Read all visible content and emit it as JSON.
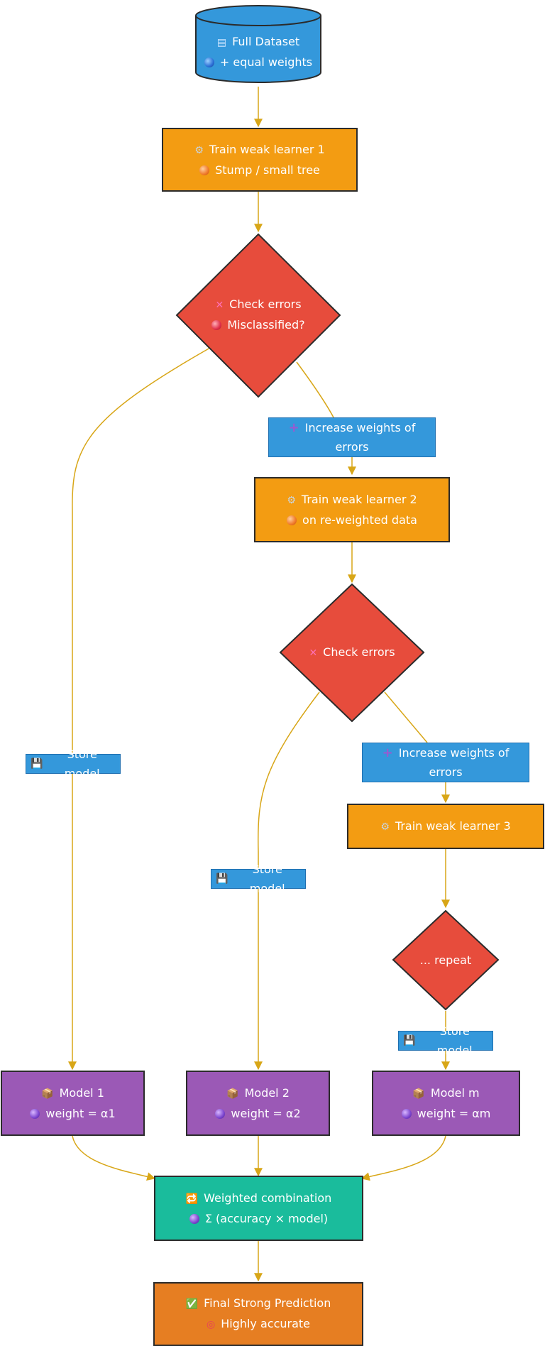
{
  "colors": {
    "edge": "#d8a617",
    "cylinder": "#3498db",
    "process": "#f39c12",
    "decision": "#e74c3c",
    "label": "#3498db",
    "model": "#9b59b6",
    "combine": "#1abc9c",
    "final": "#e67e22"
  },
  "nodes": {
    "dataset": {
      "icon": "database-icon",
      "line1": "Full Dataset",
      "line2": "+ equal weights"
    },
    "train1": {
      "line1": "Train weak learner 1",
      "line2": "Stump / small tree"
    },
    "check1": {
      "line1": "Check errors",
      "line2": "Misclassified?"
    },
    "inc1": {
      "line1": "Increase weights of",
      "line2": "errors"
    },
    "train2": {
      "line1": "Train weak learner 2",
      "line2": "on re-weighted data"
    },
    "check2": {
      "line1": "Check errors"
    },
    "inc2": {
      "line1": "Increase weights of",
      "line2": "errors"
    },
    "train3": {
      "line1": "Train weak learner 3"
    },
    "repeat": {
      "line1": "... repeat"
    },
    "store1": {
      "line1": "Store model"
    },
    "store2": {
      "line1": "Store model"
    },
    "store3": {
      "line1": "Store model"
    },
    "model1": {
      "line1": "Model 1",
      "line2": "weight = α1"
    },
    "model2": {
      "line1": "Model 2",
      "line2": "weight = α2"
    },
    "modelm": {
      "line1": "Model m",
      "line2": "weight = αm"
    },
    "combine": {
      "line1": "Weighted combination",
      "line2": "Σ (accuracy × model)"
    },
    "final": {
      "line1": "Final Strong Prediction",
      "line2": "Highly accurate"
    }
  }
}
